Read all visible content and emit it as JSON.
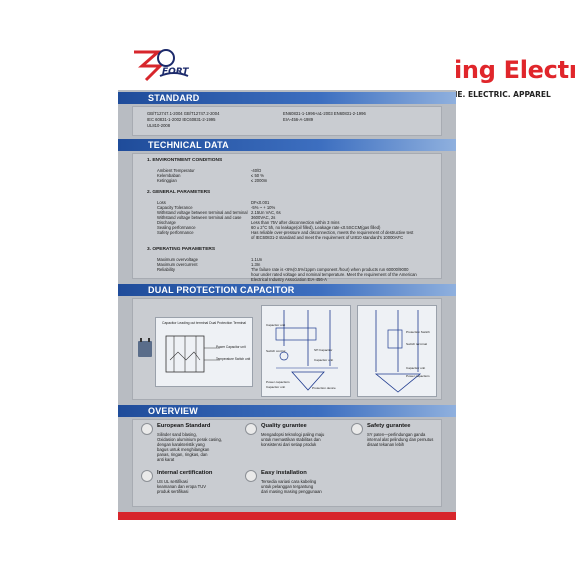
{
  "brand": {
    "name": "Gaming Electric",
    "tagline": "GAME. ELECTRIC. APPAREL",
    "colors": {
      "accent": "#e0262b"
    }
  },
  "logo": {
    "text": "FORT",
    "mark": "SY"
  },
  "sections": {
    "standard": "STANDARD",
    "technical": "TECHNICAL DATA",
    "dual": "DUAL PROTECTION CAPACITOR",
    "overview": "OVERVIEW"
  },
  "standard": {
    "left": [
      "GB/T12747.1-2004 GB/T12747.2-2004",
      "IEC 60831-1-2002 IEC60831-2-1995",
      "UL810-2008"
    ],
    "right": [
      "EN60831-1-1996+a1-2003 EN60831-2-1996",
      "EIA-456-A-1989"
    ]
  },
  "technical": {
    "env_title": "1. ENVIRONTMENT CONDITIONS",
    "env_labels": [
      "Ambient Temperatur",
      "Kelembaban",
      "Ketinggian"
    ],
    "env_values": [
      "-40/D",
      "≤ 50 %",
      "≤ 2000m"
    ],
    "gen_title": "2. GENERAL PARAMETERS",
    "gen_labels": [
      "Loss",
      "Capacity Tolerance",
      "Withstand voltage between terminal and terminal",
      "Withstand voltage between terminal and case",
      "Discharge",
      "Sealing performance",
      "Safety performance"
    ],
    "gen_values": [
      "DF≤0.001",
      "-5% ~ + 10%",
      "2.15Un VAC, 6s",
      "3600VAC, 2s",
      "Less than 75V after disconnection within 3 mins",
      "60 ± 2°C 5h, no leakage(oil filled), Leakage rate ≤0.5SCCM(gas filled)",
      "Has reliable over-pressure and disconnection, meets the requirement of destructive test",
      "of IEC60831-2 standard and meet the requirement of UI810 standard's 10000AFC"
    ],
    "op_title": "3. OPERATING PARAMETERS",
    "op_labels": [
      "Maximum overvoltage",
      "Maximum overcurrent",
      "Reliability"
    ],
    "op_values": [
      "1.1Un",
      "1.3In",
      "The failure rate is <6%(0.5%/1ppm component /hour) when products run 60000/9000",
      "hour under rated voltage and nominal temperature. Meet the requirement of the American",
      "Electrical Industry Association EIA-456-A"
    ]
  },
  "dual": {
    "caption": "Capacitor Leading out terminal  Dual Protection Terminal",
    "left_labels": [
      "Power Capacitor unit",
      "Temperature Switch unit"
    ],
    "mid_labels": [
      "Capacitor unit",
      "Switch control",
      "SH Capacitor",
      "Capacitor unit",
      "Power capacitors",
      "Capacitor unit",
      "Protection device"
    ],
    "right_labels": [
      "Protection Switch",
      "Switch terminal",
      "Capacitor unit",
      "Power capacitors"
    ]
  },
  "overview": {
    "items": [
      {
        "title": "European Standard",
        "body": [
          "Silinder sand blasing,",
          "Oxidasion aluminium perak casing,",
          "dengan karakteristik yang",
          "bagus untuk menghilangkan",
          "panas, ringan, ringkas, dan",
          "anti karat"
        ],
        "icon": "sand-icon"
      },
      {
        "title": "Quality gurantee",
        "body": [
          "Mengadopsi teknologi paling maju",
          "untuk memastikan stabilitas dan",
          "konsistensi dari setiap produk"
        ],
        "icon": "quality-icon"
      },
      {
        "title": "Safety gurantee",
        "body": [
          "SY paten—perlindungan ganda",
          "internal alat pelindung dan pemutus",
          "disaat tekanan lebih"
        ],
        "icon": "shield-icon"
      },
      {
        "title": "Internal certification",
        "body": [
          "US UL sertifikasi",
          "keamanan dan eropa TUV",
          "produk sertifikasi"
        ],
        "icon": "certificate-icon"
      },
      {
        "title": "Easy installation",
        "body": [
          "Tersedia variasi cara kabeling",
          "untuk pelanggan tergantung",
          "dari masing masing penggunaan"
        ],
        "icon": "install-icon"
      }
    ]
  }
}
